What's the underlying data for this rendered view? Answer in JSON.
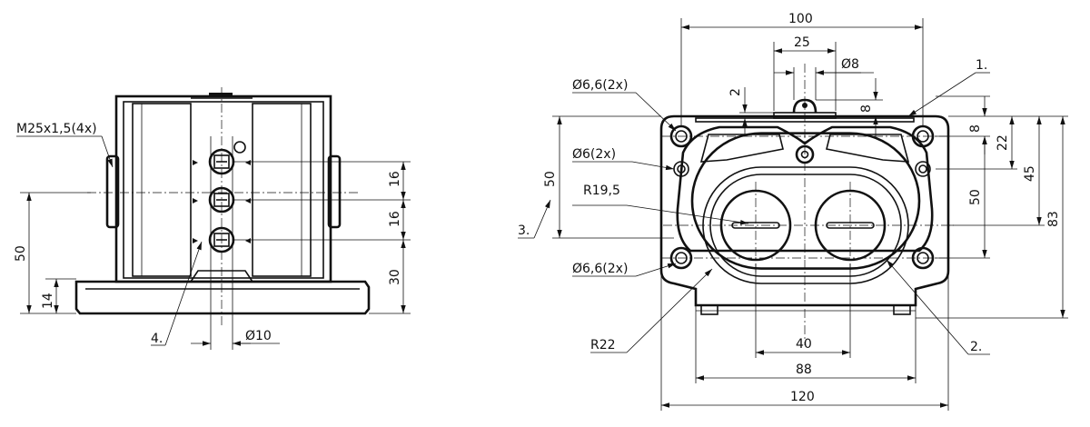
{
  "labels": {
    "m25": "M25x1,5(4x)",
    "d50_left": "50",
    "d14": "14",
    "d16a": "16",
    "d16b": "16",
    "d30": "30",
    "dia10": "Ø10",
    "item4": "4.",
    "d100": "100",
    "d25": "25",
    "dia8": "Ø8",
    "d2": "2",
    "d8_top": "8",
    "item1": "1.",
    "dia66_top": "Ø6,6(2x)",
    "dia6": "Ø6(2x)",
    "r195": "R19,5",
    "d50_mid": "50",
    "item3": "3.",
    "dia66_bot": "Ø6,6(2x)",
    "r22": "R22",
    "d8_right": "8",
    "d22": "22",
    "d45": "45",
    "d50_right": "50",
    "d83": "83",
    "d40": "40",
    "d88": "88",
    "d120": "120",
    "item2": "2."
  }
}
